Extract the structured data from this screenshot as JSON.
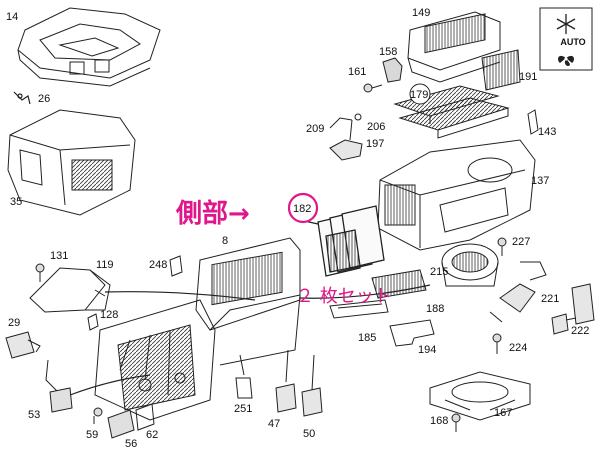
{
  "annotation": {
    "side_text": "側部→",
    "set_text": "２ 枚セット"
  },
  "icon_box": {
    "mode": "AUTO"
  },
  "parts": [
    "14",
    "26",
    "35",
    "149",
    "158",
    "161",
    "191",
    "179",
    "209",
    "206",
    "197",
    "143",
    "137",
    "182",
    "8",
    "131",
    "119",
    "248",
    "227",
    "29",
    "128",
    "215",
    "221",
    "222",
    "188",
    "185",
    "194",
    "224",
    "53",
    "251",
    "47",
    "50",
    "59",
    "56",
    "62",
    "168",
    "167"
  ],
  "colors": {
    "highlight": "#e0168b",
    "line": "#222222"
  }
}
